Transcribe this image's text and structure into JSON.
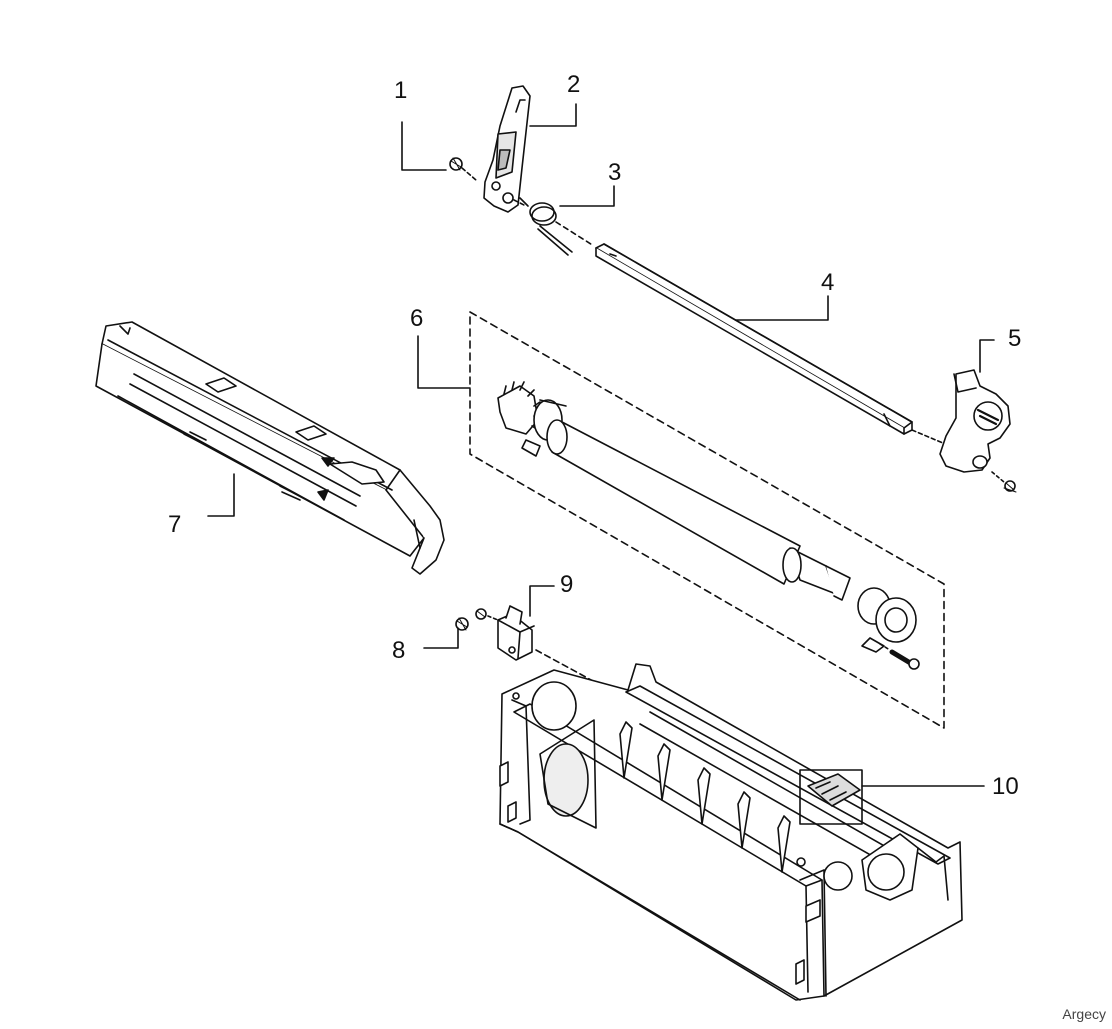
{
  "callouts": {
    "c1": "1",
    "c2": "2",
    "c3": "3",
    "c4": "4",
    "c5": "5",
    "c6": "6",
    "c7": "7",
    "c8": "8",
    "c9": "9",
    "c10": "10"
  },
  "watermark": "Argecy",
  "colors": {
    "line": "#111111",
    "part_fill": "#ffffff",
    "shade": "#d9d9d9"
  }
}
